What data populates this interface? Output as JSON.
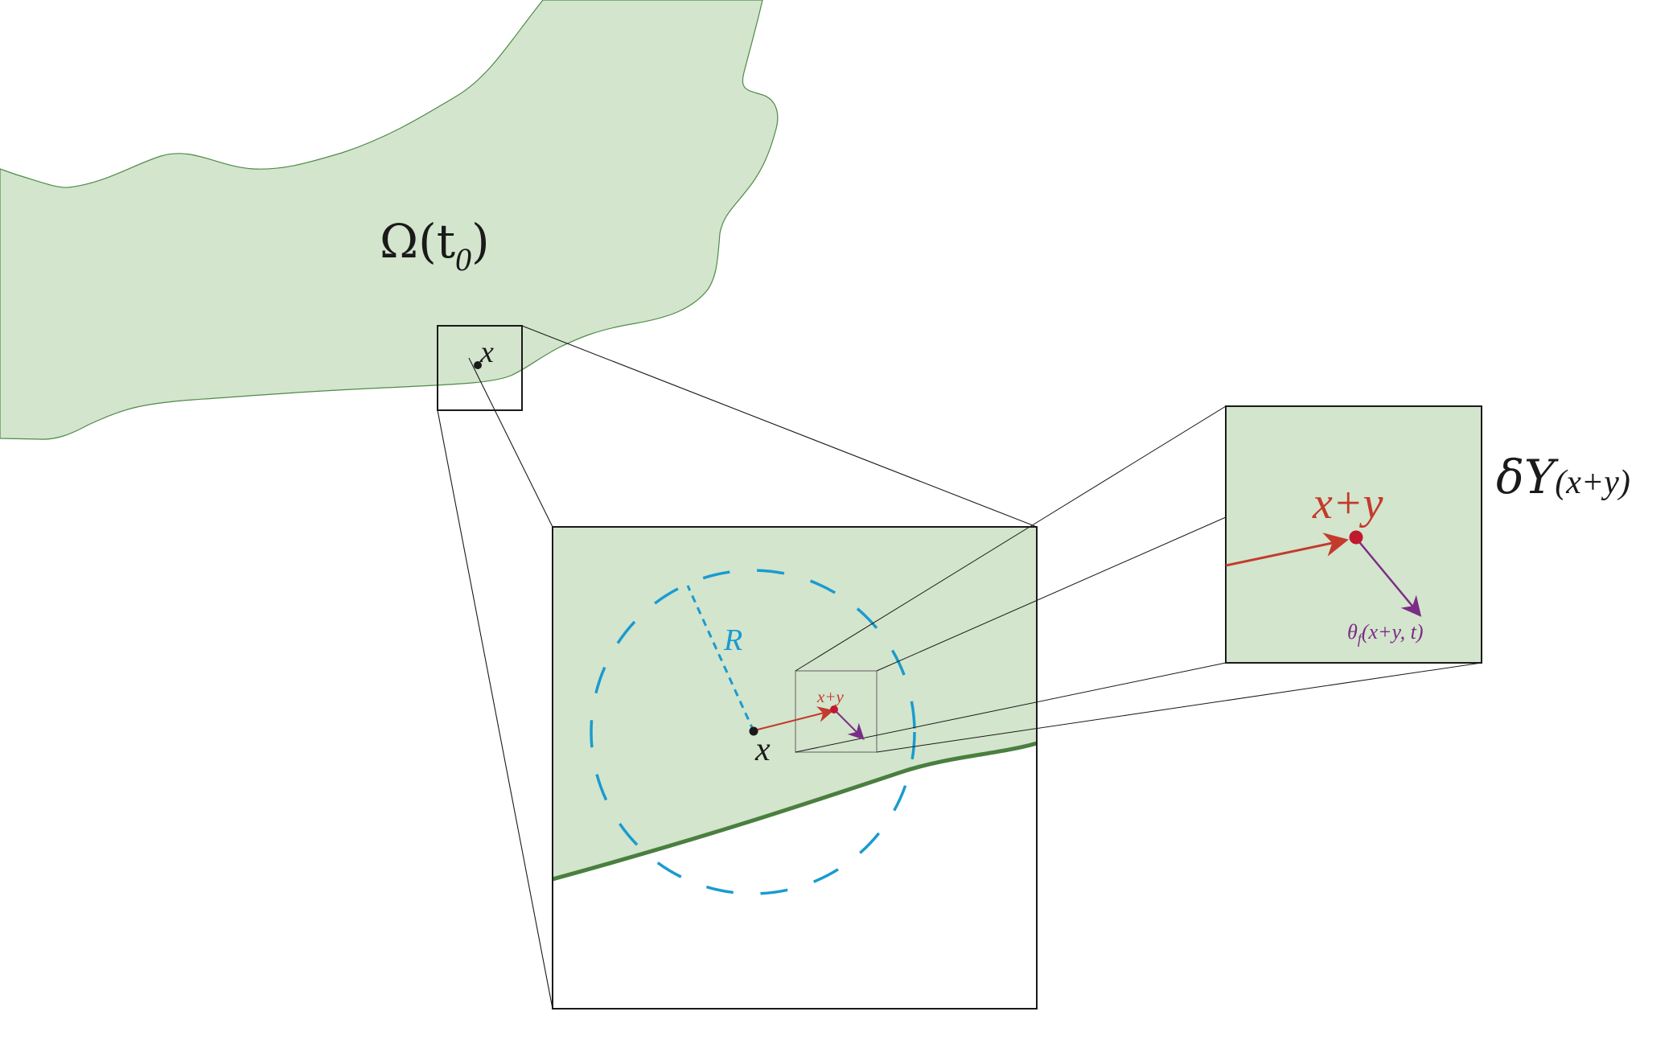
{
  "labels": {
    "domain": "Ω(t",
    "domain_subscript": "0",
    "domain_close": ")",
    "point_small": "x",
    "point_zoom": "x",
    "radius": "R",
    "shift_small": "x+y",
    "shift_large": "x+y",
    "cell_delta": "δY",
    "cell_arg": "(x+y)",
    "theta_symbol": "θ",
    "theta_subscript": "f",
    "theta_args": "(x+y, t)"
  },
  "colors": {
    "region_fill": "#d3e5cc",
    "region_edge": "#4f8a49",
    "boundary": "#4a7f3f",
    "circle": "#1a9bd0",
    "red": "#c43a2c",
    "red_dot": "#c0192d",
    "purple": "#7a2d86",
    "frame": "#1a1a1a",
    "sub_frame": "#8a8a8a"
  }
}
